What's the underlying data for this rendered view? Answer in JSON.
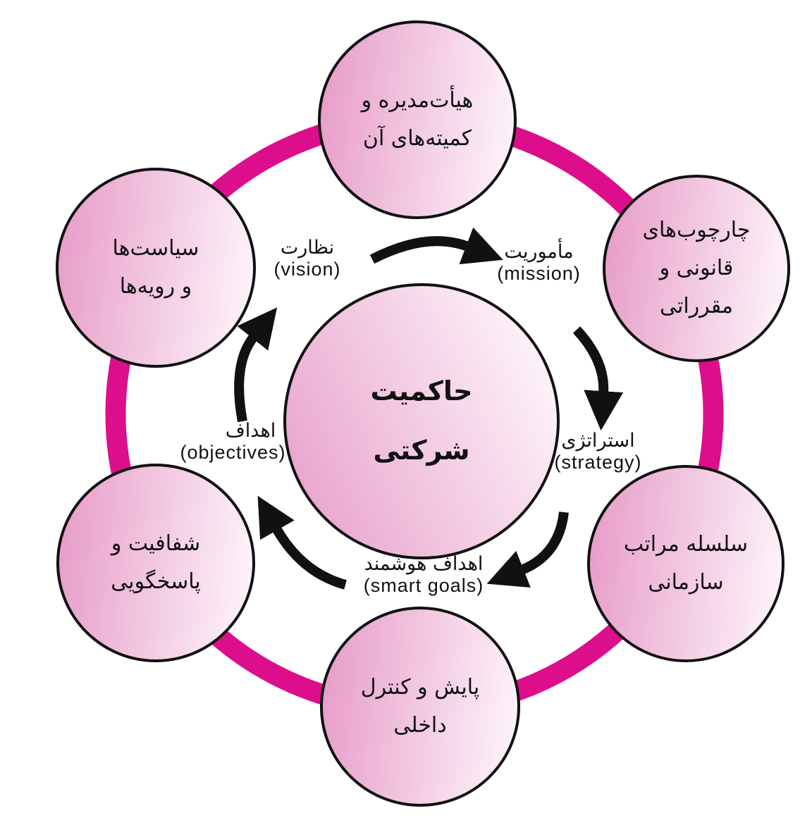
{
  "diagram": {
    "center": {
      "lines": [
        "حاکمیت",
        "شرکتی"
      ]
    },
    "nodes": [
      {
        "id": "board-committees",
        "lines": [
          "هیأت‌مدیره و",
          "کمیته‌های آن"
        ]
      },
      {
        "id": "legal-frameworks",
        "lines": [
          "چارچوب‌های",
          "قانونی و",
          "مقرراتی"
        ]
      },
      {
        "id": "org-hierarchy",
        "lines": [
          "سلسله مراتب",
          "سازمانی"
        ]
      },
      {
        "id": "internal-monitoring",
        "lines": [
          "پایش و کنترل",
          "داخلی"
        ]
      },
      {
        "id": "transparency",
        "lines": [
          "شفافیت و",
          "پاسخگویی"
        ]
      },
      {
        "id": "policies-procedures",
        "lines": [
          "سیاست‌ها",
          "و رویه‌ها"
        ]
      }
    ],
    "arrow_labels": [
      {
        "id": "vision",
        "fa": "نظارت",
        "en": "(vision)"
      },
      {
        "id": "mission",
        "fa": "مأموریت",
        "en": "(mission)"
      },
      {
        "id": "strategy",
        "fa": "استراتژی",
        "en": "(strategy)"
      },
      {
        "id": "smart-goals",
        "fa": "اهداف هوشمند",
        "en": "(smart goals)"
      },
      {
        "id": "objectives",
        "fa": "اهداف",
        "en": "(objectives)"
      }
    ]
  },
  "colors": {
    "ring": "#dc0e8c",
    "node_border": "#111111",
    "node_gradient_start": "#e79cc8",
    "node_gradient_end": "#fdf4fa",
    "arrow": "#111111",
    "text": "#111111",
    "background": "#ffffff"
  }
}
